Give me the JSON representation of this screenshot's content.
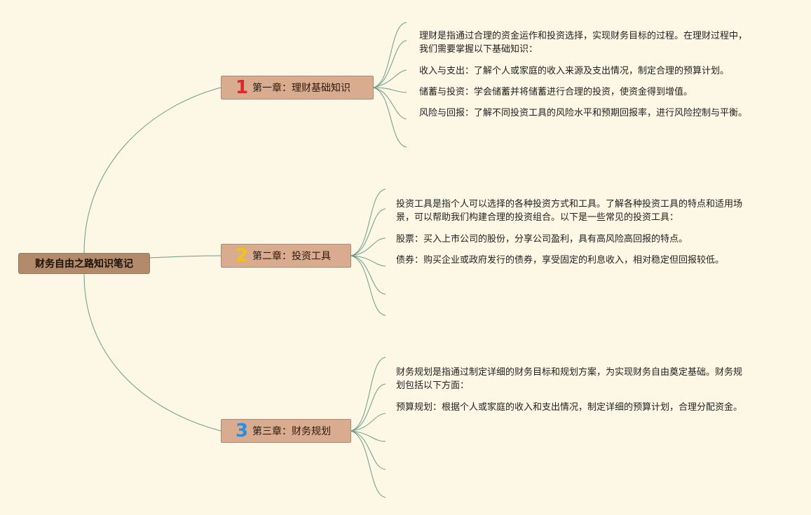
{
  "root": {
    "label": "财务自由之路知识笔记"
  },
  "chapters": [
    {
      "number": "1",
      "title": "第一章：理财基础知识",
      "notes": [
        "理财是指通过合理的资金运作和投资选择，实现财务目标的过程。在理财过程中，我们需要掌握以下基础知识：",
        "收入与支出：了解个人或家庭的收入来源及支出情况，制定合理的预算计划。",
        "储蓄与投资：学会储蓄并将储蓄进行合理的投资，使资金得到增值。",
        "风险与回报：了解不同投资工具的风险水平和预期回报率，进行风险控制与平衡。"
      ]
    },
    {
      "number": "2",
      "title": "第二章：投资工具",
      "notes": [
        "投资工具是指个人可以选择的各种投资方式和工具。了解各种投资工具的特点和适用场景，可以帮助我们构建合理的投资组合。以下是一些常见的投资工具：",
        "股票：买入上市公司的股份，分享公司盈利，具有高风险高回报的特点。",
        "债券：购买企业或政府发行的债券，享受固定的利息收入，相对稳定但回报较低。"
      ]
    },
    {
      "number": "3",
      "title": "第三章：财务规划",
      "notes": [
        "财务规划是指通过制定详细的财务目标和规划方案，为实现财务自由奠定基础。财务规划包括以下方面：",
        "预算规划：根据个人或家庭的收入和支出情况，制定详细的预算计划，合理分配资金。"
      ]
    }
  ],
  "colors": {
    "background": "#fdf8e6",
    "root_fill": "#b28a6c",
    "chapter_fill": "#d9ab8f",
    "link": "#6b9a8a",
    "number_1": "#e0262a",
    "number_2": "#f2c21a",
    "number_3": "#2a8ee0"
  }
}
